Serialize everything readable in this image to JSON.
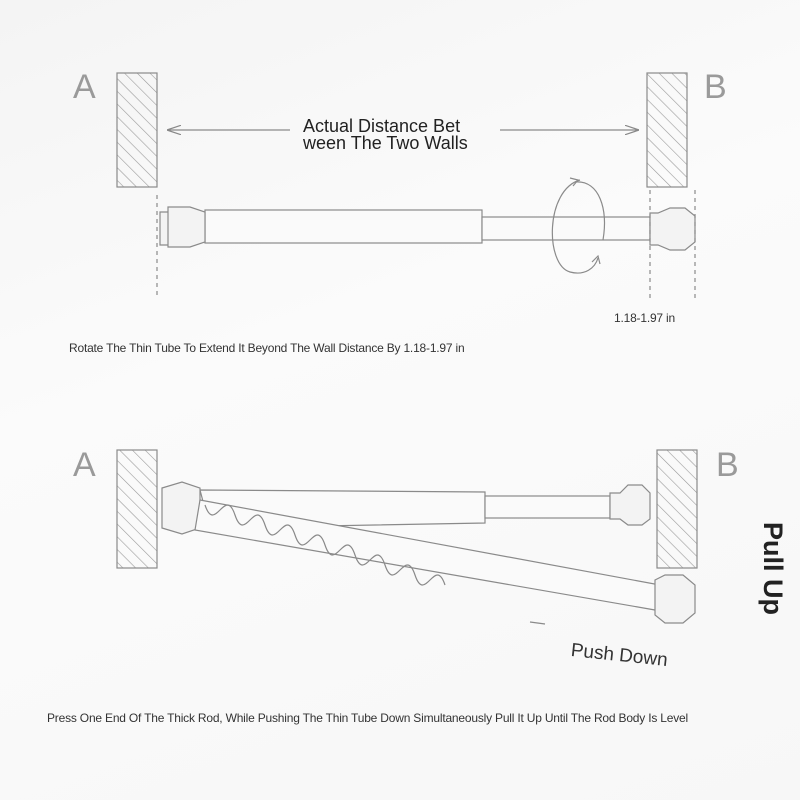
{
  "top_diagram": {
    "wall_left_label": "A",
    "wall_right_label": "B",
    "distance_label_line1": "Actual Distance Bet",
    "distance_label_line2": "ween The Two Walls",
    "extension_label": "1.18-1.97 in",
    "caption": "Rotate The Thin Tube To Extend It Beyond The Wall Distance By 1.18-1.97 in"
  },
  "bottom_diagram": {
    "wall_left_label": "A",
    "wall_right_label": "B",
    "pull_label": "Pull Up",
    "push_label": "Push Down",
    "caption": "Press One End Of The Thick Rod, While Pushing The Thin Tube Down Simultaneously Pull It Up Until The Rod Body Is Level"
  },
  "colors": {
    "line": "#8a8a8a",
    "text": "#333333"
  }
}
